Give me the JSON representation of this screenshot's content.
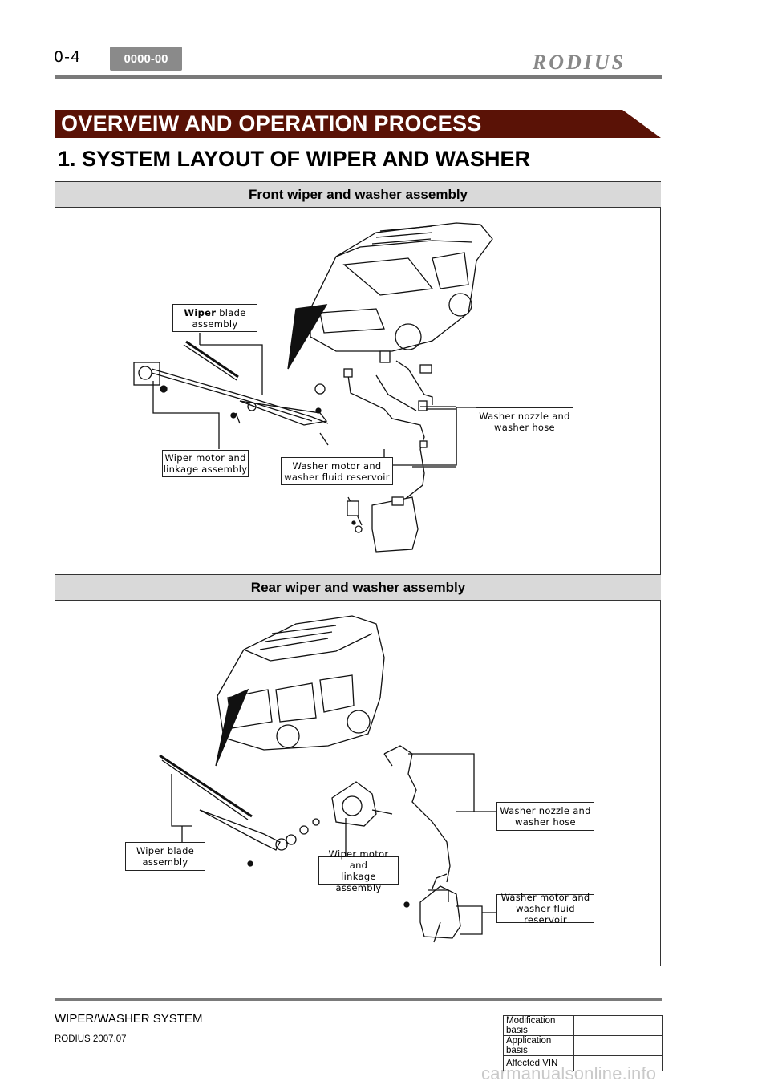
{
  "header": {
    "page_number": "0-4",
    "section_code": "0000-00",
    "brand": "RODIUS"
  },
  "banner": {
    "title": "OVERVEIW AND OPERATION PROCESS",
    "color": "#5a1206"
  },
  "section_title": "1. SYSTEM  LAYOUT OF WIPER AND WASHER",
  "panels": {
    "front": {
      "heading": "Front wiper and washer assembly",
      "callouts": {
        "blade_bold": "Wiper",
        "blade_rest": " blade",
        "blade_line2": "assembly",
        "motor_line1": "Wiper motor and",
        "motor_line2": "linkage assembly",
        "reservoir_line1": "Washer motor and",
        "reservoir_line2": "washer fluid reservoir",
        "nozzle_line1": "Washer nozzle and",
        "nozzle_line2": "washer hose"
      }
    },
    "rear": {
      "heading": "Rear wiper and washer assembly",
      "callouts": {
        "blade_line1": "Wiper blade",
        "blade_line2": "assembly",
        "motor_line1": "Wiper motor and",
        "motor_line2": "linkage assembly",
        "nozzle_line1": "Washer nozzle and",
        "nozzle_line2": "washer hose",
        "reservoir_line1": "Washer motor and",
        "reservoir_line2": "washer fluid reservoir"
      }
    }
  },
  "footer": {
    "system": "WIPER/WASHER SYSTEM",
    "model": "RODIUS 2007.07",
    "table": [
      {
        "label": "Modification basis",
        "value": ""
      },
      {
        "label": "Application basis",
        "value": ""
      },
      {
        "label": "Affected VIN",
        "value": ""
      }
    ],
    "watermark": "carmanualsonline.info"
  }
}
